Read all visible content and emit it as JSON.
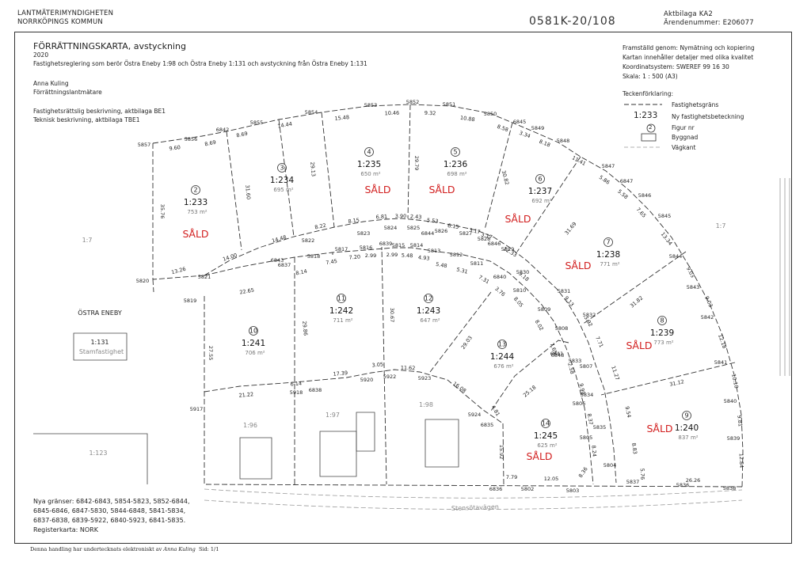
{
  "header": {
    "authority_line1": "LANTMÄTERIMYNDIGHETEN",
    "authority_line2": "NORRKÖPINGS KOMMUN",
    "doc_number": "0581K-20/108",
    "appendix": "Aktbilaga  KA2",
    "case_number": "Ärendenummer:  E206077"
  },
  "title": {
    "main": "FÖRRÄTTNINGSKARTA,  avstyckning",
    "year": "2020",
    "description": "Fastighetsreglering som berör Östra Eneby 1:98 och Östra Eneby 1:131 och avstyckning från Östra Eneby 1:131",
    "surveyor_name": "Anna Kuling",
    "surveyor_role": "Förrättningslantmätare",
    "legal_desc": "Fastighetsrättslig beskrivning,  aktbilaga BE1",
    "tech_desc": "Teknisk beskrivning,  aktbilaga TBE1"
  },
  "map_info": {
    "line1": "Framställd genom:  Nymätning och kopiering",
    "line2": "Kartan innehåller detaljer med olika kvalitet",
    "line3": "Koordinatsystem:  SWEREF  99  16  30",
    "line4": "Skala:  1  :  500  (A3)"
  },
  "legend": {
    "title": "Teckenförklaring:",
    "boundary": "Fastighetsgräns",
    "new_id_sample": "1:233",
    "new_id": "Ny fastighetsbeteckning",
    "figure_sample": "2",
    "figure": "Figur nr",
    "building": "Byggnad",
    "road_edge": "Vägkant"
  },
  "new_boundaries": {
    "line1": "Nya  gränser:  6842-6843,  5854-5823,  5852-6844,",
    "line2": "6845-6846,  6847-5830,  5844-6848,  5841-5834,",
    "line3": "6837-6838,  6839-5922,  6840-5923,  6841-5835.",
    "line4": "Registerkarta:  NORK"
  },
  "footer": {
    "signed_prefix": "Denna handling har undertecknats elektroniskt av",
    "signed_name": "Anna Kuling",
    "page": "Sid: 1/1"
  },
  "map": {
    "region_name": "ÖSTRA ENEBY",
    "parent_id": "1:131",
    "parent_label": "Stamfastighet",
    "street": "Stensötavägen",
    "neighbors": [
      "1:7",
      "1:7",
      "1:123"
    ],
    "existing": [
      "1:96",
      "1:97",
      "1:98"
    ],
    "parcels": [
      {
        "fig": "2",
        "id": "1:233",
        "area": "753  m²",
        "sold": "SÅLD"
      },
      {
        "fig": "3",
        "id": "1:234",
        "area": "695  m²",
        "sold": ""
      },
      {
        "fig": "4",
        "id": "1:235",
        "area": "650  m²",
        "sold": "SÅLD"
      },
      {
        "fig": "5",
        "id": "1:236",
        "area": "698  m²",
        "sold": "SÅLD"
      },
      {
        "fig": "6",
        "id": "1:237",
        "area": "692  m²",
        "sold": "SÅLD"
      },
      {
        "fig": "7",
        "id": "1:238",
        "area": "771  m²",
        "sold": "SÅLD"
      },
      {
        "fig": "8",
        "id": "1:239",
        "area": "773  m²",
        "sold": "SÅLD"
      },
      {
        "fig": "9",
        "id": "1:240",
        "area": "837  m²",
        "sold": "SÅLD"
      },
      {
        "fig": "10",
        "id": "1:241",
        "area": "706  m²",
        "sold": ""
      },
      {
        "fig": "11",
        "id": "1:242",
        "area": "711  m²",
        "sold": ""
      },
      {
        "fig": "12",
        "id": "1:243",
        "area": "647  m²",
        "sold": ""
      },
      {
        "fig": "13",
        "id": "1:244",
        "area": "676  m²",
        "sold": ""
      },
      {
        "fig": "14",
        "id": "1:245",
        "area": "625  m²",
        "sold": "SÅLD"
      }
    ],
    "points": [
      "5857",
      "5856",
      "6842",
      "5855",
      "5854",
      "5853",
      "5852",
      "5851",
      "5850",
      "6845",
      "5849",
      "5848",
      "5847",
      "6847",
      "5846",
      "5845",
      "5844",
      "5843",
      "5842",
      "5841",
      "5840",
      "5839",
      "5838",
      "5837",
      "5836",
      "5804",
      "5835",
      "5805",
      "5806",
      "5834",
      "5833",
      "6848",
      "5832",
      "5831",
      "5830",
      "6846",
      "5829",
      "5828",
      "5827",
      "5826",
      "6844",
      "5825",
      "5824",
      "5823",
      "5822",
      "6843",
      "5821",
      "5820",
      "5819",
      "6837",
      "5818",
      "5817",
      "5816",
      "6839",
      "5815",
      "5814",
      "5813",
      "5812",
      "5811",
      "6840",
      "5810",
      "5809",
      "5808",
      "6841",
      "5807",
      "5924",
      "6835",
      "5923",
      "5922",
      "5920",
      "5918",
      "6838",
      "5917",
      "6836",
      "5802",
      "5803"
    ],
    "dims": [
      "9.60",
      "8.69",
      "8.69",
      "14.44",
      "15.48",
      "10.46",
      "9.32",
      "10.88",
      "8.58",
      "3.34",
      "8.18",
      "11.41",
      "5.86",
      "5.58",
      "7.65",
      "13.34",
      "9.03",
      "9.03",
      "12.18",
      "10.10",
      "9.81",
      "12.84",
      "26.26",
      "35.76",
      "31.60",
      "29.13",
      "29.79",
      "30.82",
      "31.69",
      "31.82",
      "31.12",
      "13.26",
      "14.00",
      "14.48",
      "8.22",
      "8.15",
      "6.81",
      "3.90",
      "2.43",
      "5.53",
      "6.15",
      "3.17",
      "3.17",
      "12.33",
      "9.18",
      "9.13",
      "3.92",
      "7.71",
      "11.27",
      "9.54",
      "8.83",
      "5.76",
      "8.37",
      "8.24",
      "8.36",
      "22.65",
      "8.14",
      "7.45",
      "7.20",
      "2.99",
      "2.99",
      "5.48",
      "4.93",
      "5.48",
      "5.31",
      "7.31",
      "3.76",
      "8.05",
      "8.02",
      "7.65",
      "2.58",
      "9.99",
      "29.86",
      "30.67",
      "29.03",
      "27.55",
      "21.22",
      "6.14",
      "17.39",
      "3.05",
      "11.62",
      "16.08",
      "4.81",
      "25.18",
      "15.92",
      "7.79",
      "12.05"
    ]
  }
}
